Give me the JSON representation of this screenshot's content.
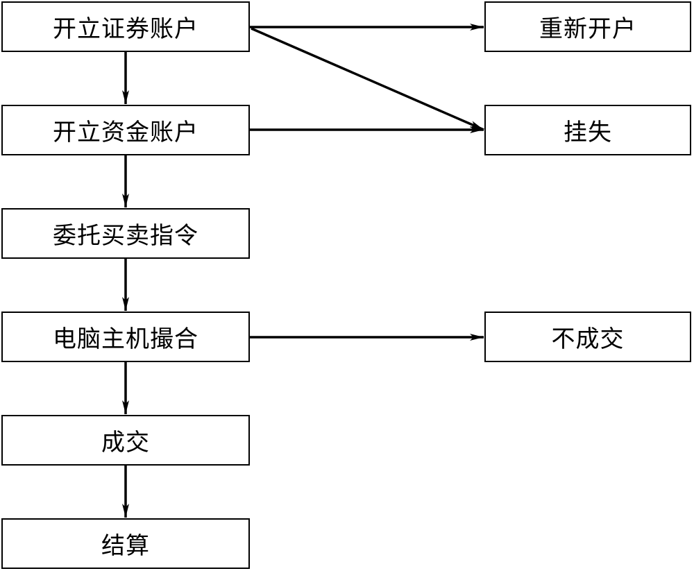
{
  "flow": {
    "open_securities_account": "开立证券账户",
    "open_fund_account": "开立资金账户",
    "entrust_order": "委托买卖指令",
    "computer_matching": "电脑主机撮合",
    "deal": "成交",
    "settlement": "结算"
  },
  "outcomes": {
    "reopen_account": "重新开户",
    "report_loss": "挂失",
    "no_deal": "不成交"
  },
  "colors": {
    "line": "#000000",
    "box_border": "#000000",
    "background": "#ffffff"
  }
}
